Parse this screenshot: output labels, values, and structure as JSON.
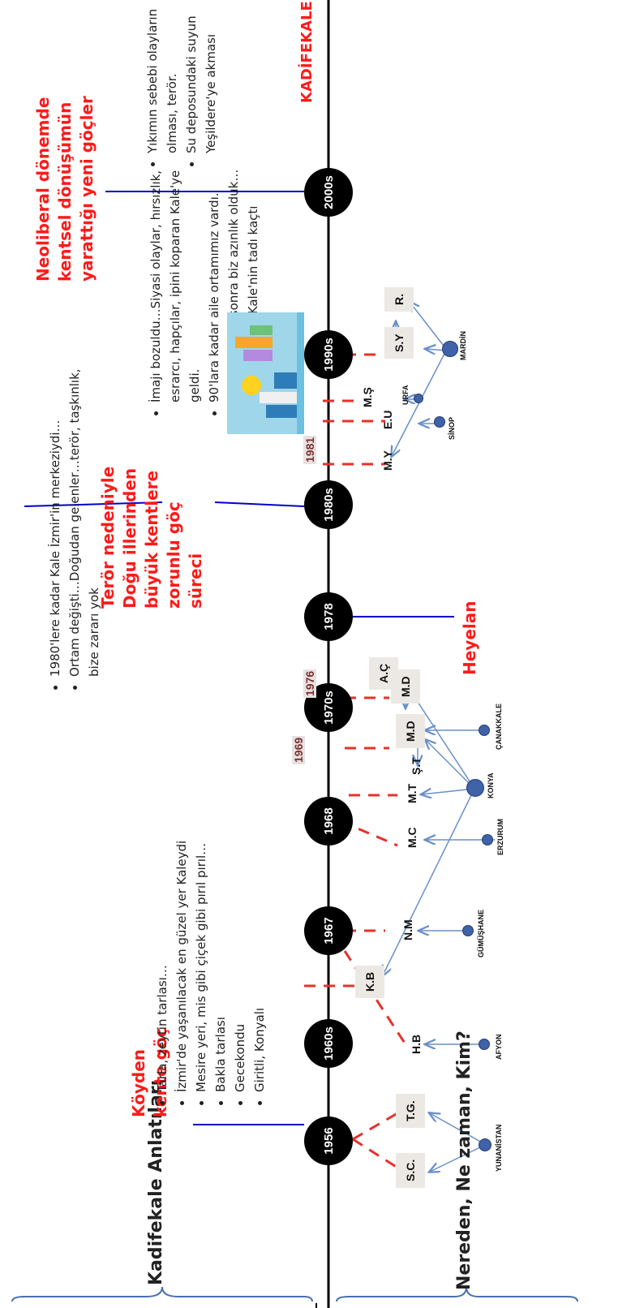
{
  "side_labels": {
    "top": "Kadifekale Anlatıları",
    "bottom": "Nereden, Ne zaman, Kim?"
  },
  "place_name": "KADİFEKALE",
  "titles": {
    "village_to_city": "Köyden\nkente göç",
    "terror": "Terör nedeniyle\nDoğu illerinden\nbüyük kentlere\nzorunlu göç\nsüreci",
    "landslide": "Heyelan",
    "neoliberal": "Neoliberal dönemde\nkentsel dönüşümün\nyarattığı yeni göçler"
  },
  "timeline_nodes": [
    "1956",
    "1960s",
    "1967",
    "1968",
    "1970s",
    "1978",
    "1980s",
    "1990s",
    "2000s"
  ],
  "mid_years": [
    "1969",
    "1976",
    "1981"
  ],
  "narratives": {
    "early": [
      "Tarla, zeytin tarlası…",
      "İzmir'de yaşanılacak en güzel yer Kaleydi",
      "Mesire yeri, mis gibi çiçek gibi pırıl pırıl…",
      "Bakla tarlası",
      "Gecekondu",
      "Giritli, Konyalı"
    ],
    "before_1980": [
      "1980'lere kadar Kale İzmir'in merkeziydi…",
      "Ortam değişti…Doğudan gelenler…terör, taşkınlık, bize zararı yok"
    ],
    "after_1980": [
      "İmajı bozuldu…Siyasi olaylar, hırsızlık, esrarcı, hapçılar, ipini koparan Kale'ye geldi.",
      "90'lara kadar aile ortamımız vardı.",
      "90'lı yıllardan sonra biz azınlık olduk…",
      "15-20 senedir Kale'nin tadı kaçtı"
    ],
    "destruction": [
      "Yıkımın sebebi olayların olması, terör.",
      "Su deposundaki suyun Yeşildere'ye akması"
    ]
  },
  "people": [
    "S.C.",
    "T.G.",
    "K.B",
    "H.B",
    "N.M",
    "M.C",
    "M.T",
    "Ş.T",
    "M.D",
    "M.D",
    "A.Ç",
    "M.Y",
    "E.U",
    "M.Ş",
    "S.Y",
    "R."
  ],
  "places": [
    "YUNANİSTAN",
    "AFYON",
    "GÜMÜŞHANE",
    "ERZURUM",
    "KONYA",
    "ÇANAKKALE",
    "SİNOP",
    "URFA",
    "MARDİN"
  ],
  "colors": {
    "title_red": "#ff1a1a",
    "axis_blue": "#0000cc",
    "dash_red": "#e8302a",
    "arrow_blue": "#6a8fc9",
    "dot_blue": "#3f62a8",
    "node_black": "#000000",
    "box_bg": "#ece9e4"
  }
}
